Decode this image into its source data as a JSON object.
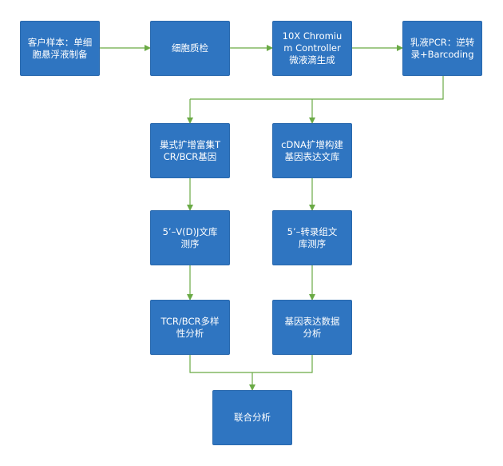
{
  "colors": {
    "node_fill": "#2f75c1",
    "node_text": "#ffffff",
    "edge": "#6aaa45"
  },
  "nodes": {
    "sample": "客户样本：单细胞悬浮液制备",
    "qc": "细胞质检",
    "chromium": "10X Chromium Controller 微液滴生成",
    "rt": "乳液PCR：逆转录+Barcoding",
    "tcr_amp": "巢式扩增富集TCR/BCR基因",
    "cdna": "cDNA扩增构建基因表达文库",
    "vdj_seq": "5’–V(D)J文库测序",
    "trans_seq": "5’–转录组文库测序",
    "tcr_div": "TCR/BCR多样性分析",
    "gene_expr": "基因表达数据分析",
    "joint": "联合分析"
  }
}
